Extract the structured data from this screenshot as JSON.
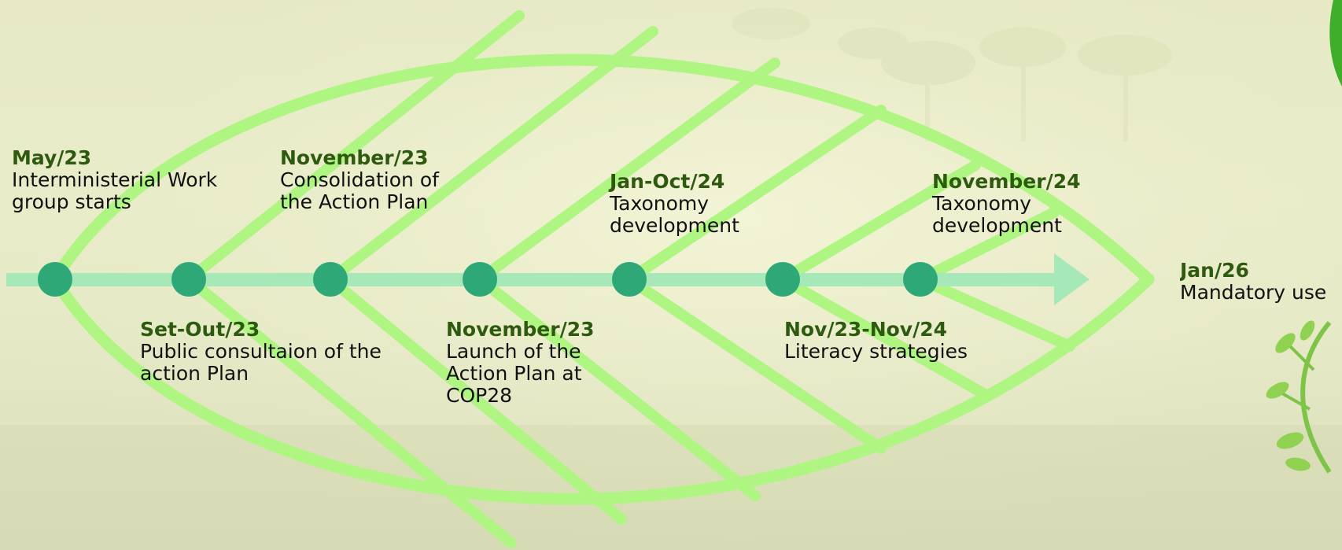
{
  "colors": {
    "leaf": "#aef582",
    "axis": "#a6e8b8",
    "node": "#2fa878",
    "date_text": "#2e5a10"
  },
  "timeline": {
    "above": [
      {
        "date": "May/23",
        "desc": "Interministerial Work group starts"
      },
      {
        "date": "November/23",
        "desc": "Consolidation of the Action Plan"
      },
      {
        "date": "Jan-Oct/24",
        "desc": "Taxonomy development"
      },
      {
        "date": "November/24",
        "desc": "Taxonomy development"
      },
      {
        "date": "Jan/26",
        "desc": "Mandatory use"
      }
    ],
    "below": [
      {
        "date": "Set-Out/23",
        "desc": "Public consultaion of the action Plan"
      },
      {
        "date": "November/23",
        "desc": "Launch of the Action Plan at COP28"
      },
      {
        "date": "Nov/23-Nov/24",
        "desc": "Literacy strategies"
      }
    ]
  }
}
